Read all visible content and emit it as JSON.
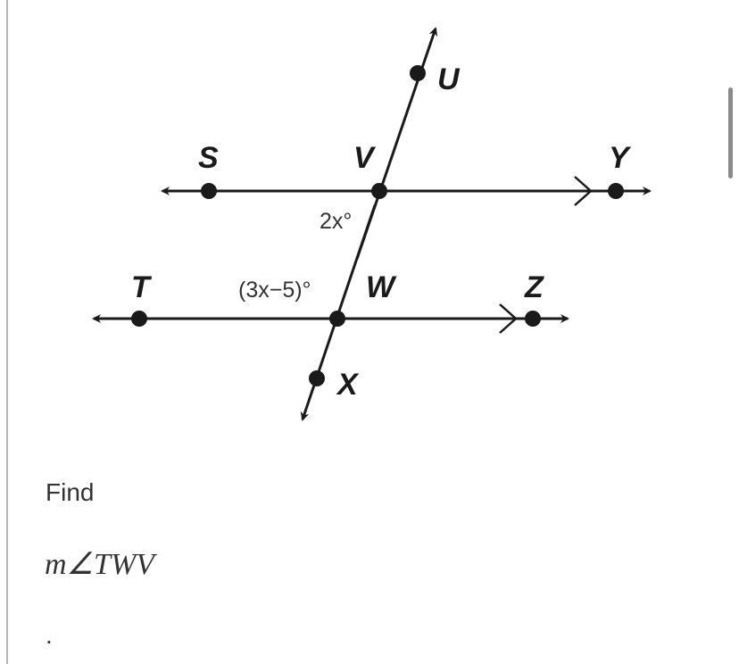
{
  "diagram": {
    "points": {
      "U": "U",
      "V": "V",
      "Y": "Y",
      "S": "S",
      "T": "T",
      "W": "W",
      "Z": "Z",
      "X": "X"
    },
    "angles": {
      "upper": "2x°",
      "lower": "(3x−5)°"
    }
  },
  "question": {
    "prompt": "Find",
    "expression": "m∠TWV",
    "trailing": "."
  }
}
